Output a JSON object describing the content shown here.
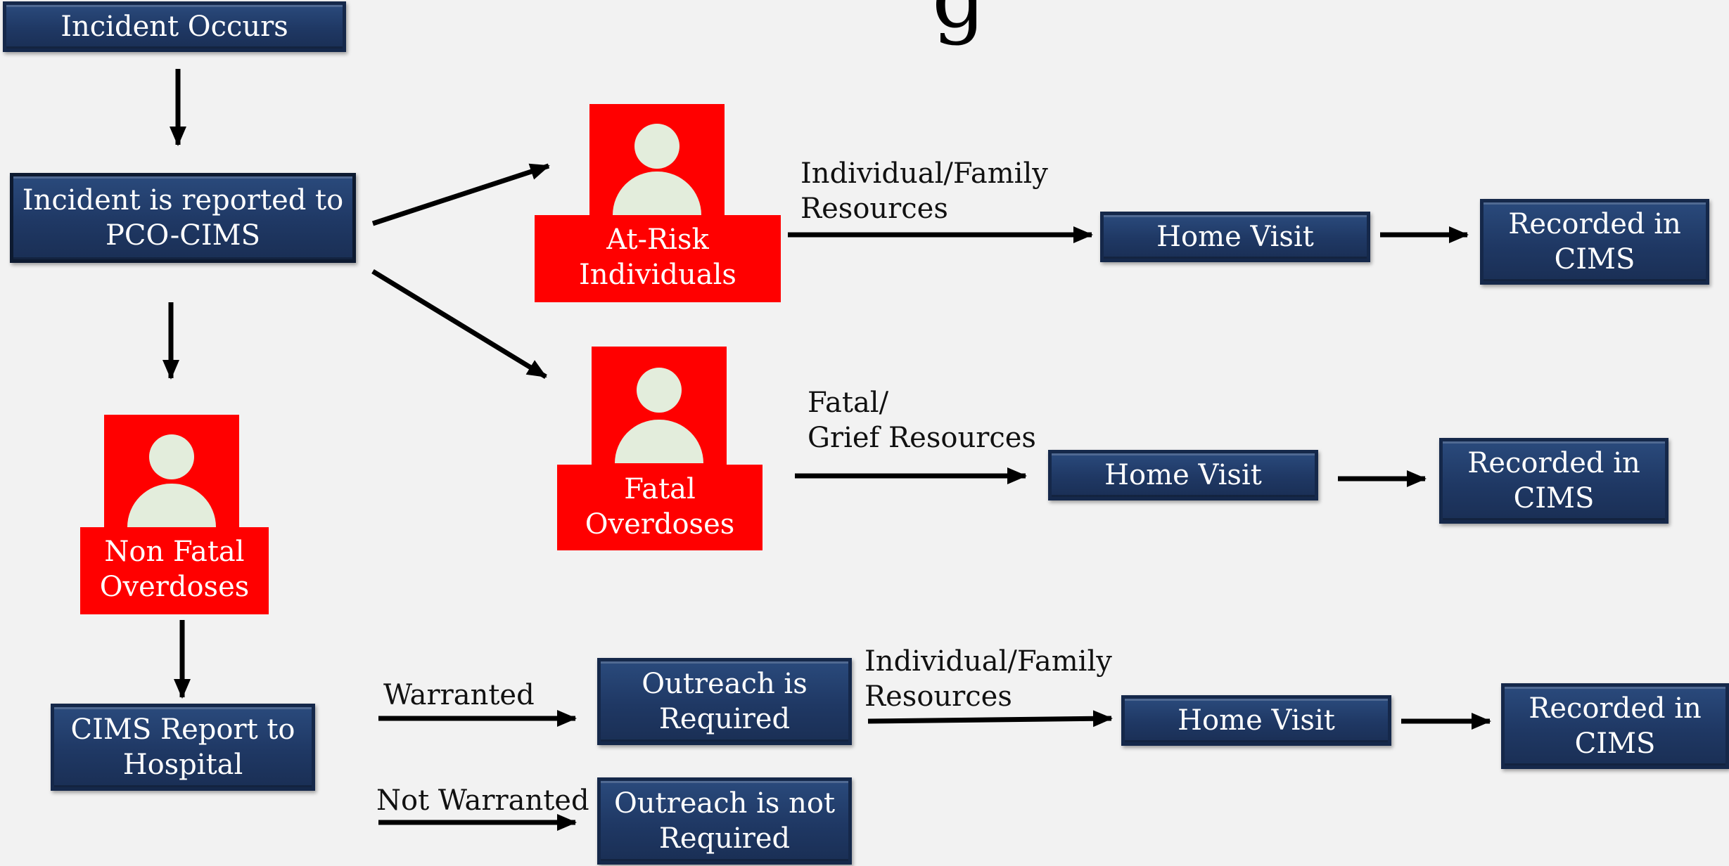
{
  "title_fragment": "g",
  "nodes": {
    "incident_occurs": "Incident Occurs",
    "incident_reported": "Incident is reported to\nPCO-CIMS",
    "cims_report_hospital": "CIMS Report to\nHospital",
    "outreach_required": "Outreach is\nRequired",
    "outreach_not_required": "Outreach is not\nRequired",
    "home_visit_1": "Home Visit",
    "home_visit_2": "Home Visit",
    "home_visit_3": "Home Visit",
    "recorded_1": "Recorded in\nCIMS",
    "recorded_2": "Recorded in\nCIMS",
    "recorded_3": "Recorded in\nCIMS"
  },
  "people": {
    "at_risk": "At-Risk\nIndividuals",
    "fatal": "Fatal\nOverdoses",
    "non_fatal": "Non Fatal\nOverdoses"
  },
  "edge_labels": {
    "resources_1": "Individual/Family\nResources",
    "grief": "Fatal/\nGrief Resources",
    "resources_2": "Individual/Family\n Resources",
    "warranted": "Warranted",
    "not_warranted": "Not Warranted"
  },
  "colors": {
    "box_fill": "#1f3864",
    "person_fill": "#ff0000",
    "person_icon": "#e3eddc",
    "arrow": "#000000",
    "background": "#f2f2f2"
  }
}
